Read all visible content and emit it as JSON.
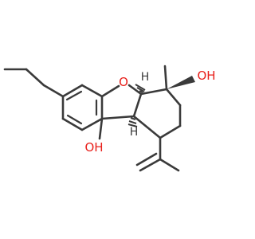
{
  "atoms": {
    "ring_oxygen": "O",
    "oh_top": "OH",
    "oh_bottom": "OH",
    "h_top": "H",
    "h_bottom": "H"
  },
  "colors": {
    "bond": "#3a3a3a",
    "oxygen": "#e8201b",
    "background": "#ffffff"
  }
}
